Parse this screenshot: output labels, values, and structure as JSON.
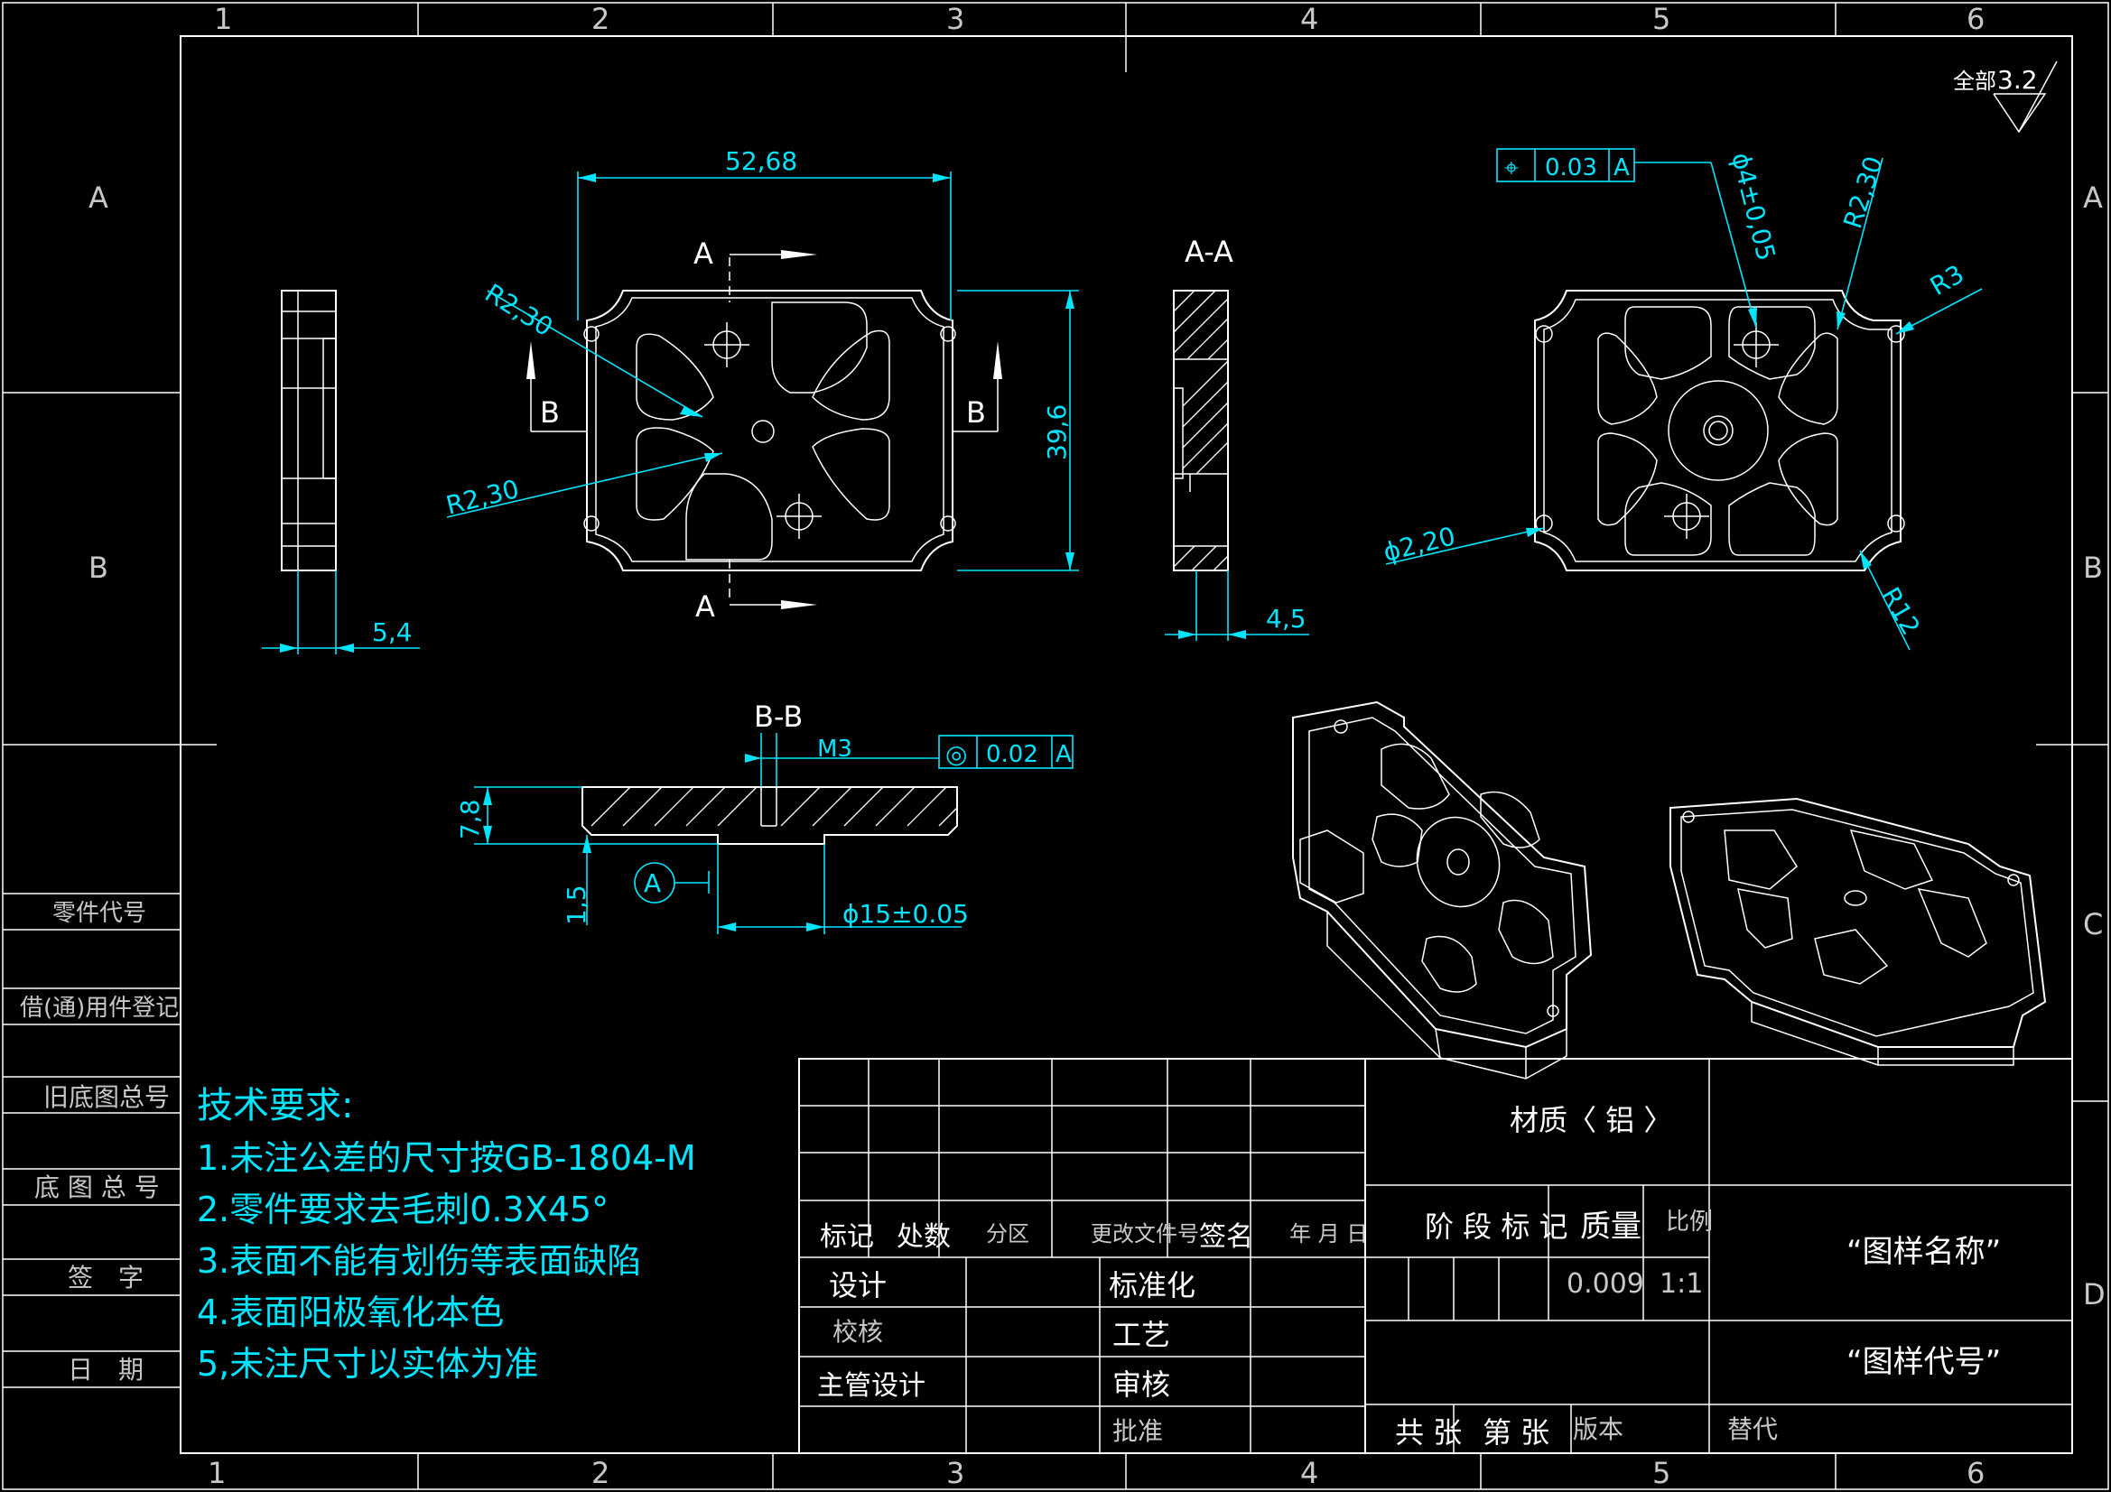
{
  "colors": {
    "background": "#000000",
    "line": "#ffffff",
    "dimension": "#00e5ff"
  },
  "border": {
    "cols_top": [
      "1",
      "2",
      "3",
      "4",
      "5",
      "6"
    ],
    "cols_bottom": [
      "1",
      "2",
      "3",
      "4",
      "5",
      "6"
    ],
    "rows_left": [
      "A",
      "B"
    ],
    "rows_right": [
      "A",
      "B",
      "C",
      "D"
    ]
  },
  "roughness": {
    "label": "全部",
    "value": "3.2"
  },
  "front_view": {
    "width": "52,68",
    "height": "39,6",
    "radius_top": "R2,30",
    "radius_bottom": "R2,30",
    "section_a": "A",
    "section_b": "B"
  },
  "side_view": {
    "thickness": "5,4"
  },
  "section_aa": {
    "title": "A-A",
    "dim": "4,5"
  },
  "right_view": {
    "tolerance_symbol": "⌖",
    "tolerance_value": "0.03",
    "tolerance_datum": "A",
    "hole_dia": "ϕ4±0,05",
    "radius_1": "R2,30",
    "radius_2": "R3",
    "radius_3": "R12",
    "small_hole": "ϕ2,20"
  },
  "section_bb": {
    "title": "B-B",
    "thread": "M3",
    "tolerance_symbol": "◎",
    "tolerance_value": "0.02",
    "tolerance_datum": "A",
    "height": "7,8",
    "depth": "1,5",
    "diameter": "ϕ15±0.05",
    "datum": "A"
  },
  "left_table": {
    "rows": [
      "零件代号",
      "借(通)用件登记",
      "旧底图总号",
      "底 图 总 号",
      "签　字",
      "日　期"
    ]
  },
  "tech_requirements": {
    "title": "技术要求:",
    "items": [
      "1.未注公差的尺寸按GB-1804-M",
      "2.零件要求去毛刺0.3X45°",
      "3.表面不能有划伤等表面缺陷",
      "4.表面阳极氧化本色",
      "5,未注尺寸以实体为准"
    ]
  },
  "title_block": {
    "material": "材质〈 铝 〉",
    "mark": "标记",
    "count": "处数",
    "zone": "分区",
    "change_doc": "更改文件号",
    "sign": "签名",
    "date": "年 月 日",
    "design": "设计",
    "standard": "标准化",
    "check": "校核",
    "process": "工艺",
    "manager": "主管设计",
    "review": "审核",
    "approve": "批准",
    "stage_mark": "阶 段 标 记",
    "mass_label": "质量",
    "scale_label": "比例",
    "mass": "0.009",
    "scale": "1:1",
    "drawing_name": "“图样名称”",
    "drawing_code": "“图样代号”",
    "total_sheets": "共 张",
    "sheet_no": "第 张",
    "version": "版本",
    "replace": "替代"
  }
}
